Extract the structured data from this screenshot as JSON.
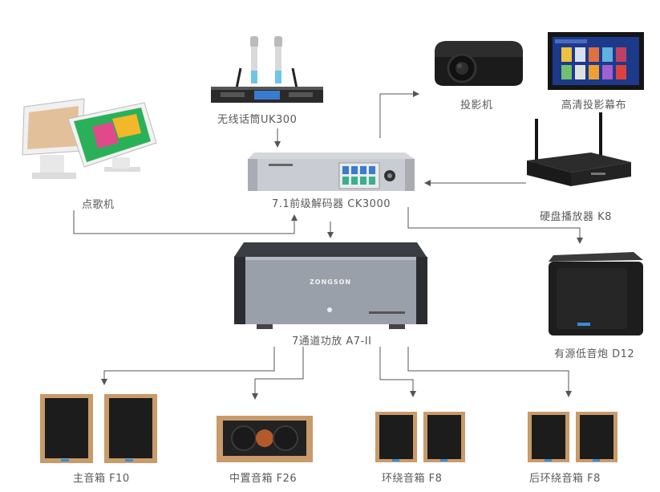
{
  "labels": {
    "mic": "无线话筒UK300",
    "karaoke": "点歌机",
    "projector": "投影机",
    "screen": "高清投影幕布",
    "player": "硬盘播放器 K8",
    "decoder": "7.1前级解码器 CK3000",
    "amp": "7通道功放 A7-II",
    "subwoofer": "有源低音炮 D12",
    "main_speaker": "主音箱 F10",
    "center_speaker": "中置音箱 F26",
    "surround_speaker": "环绕音箱 F8",
    "rear_surround_speaker": "后环绕音箱 F8"
  },
  "amp_brand": "ZONGSON",
  "colors": {
    "wire": "#555555",
    "speaker_wood": "#c99a6a",
    "speaker_grille": "#1c1c1c",
    "amp_face": "#9aa0aa",
    "decoder_face": "#c9ccd2",
    "led_blue": "#3a8bd8"
  }
}
